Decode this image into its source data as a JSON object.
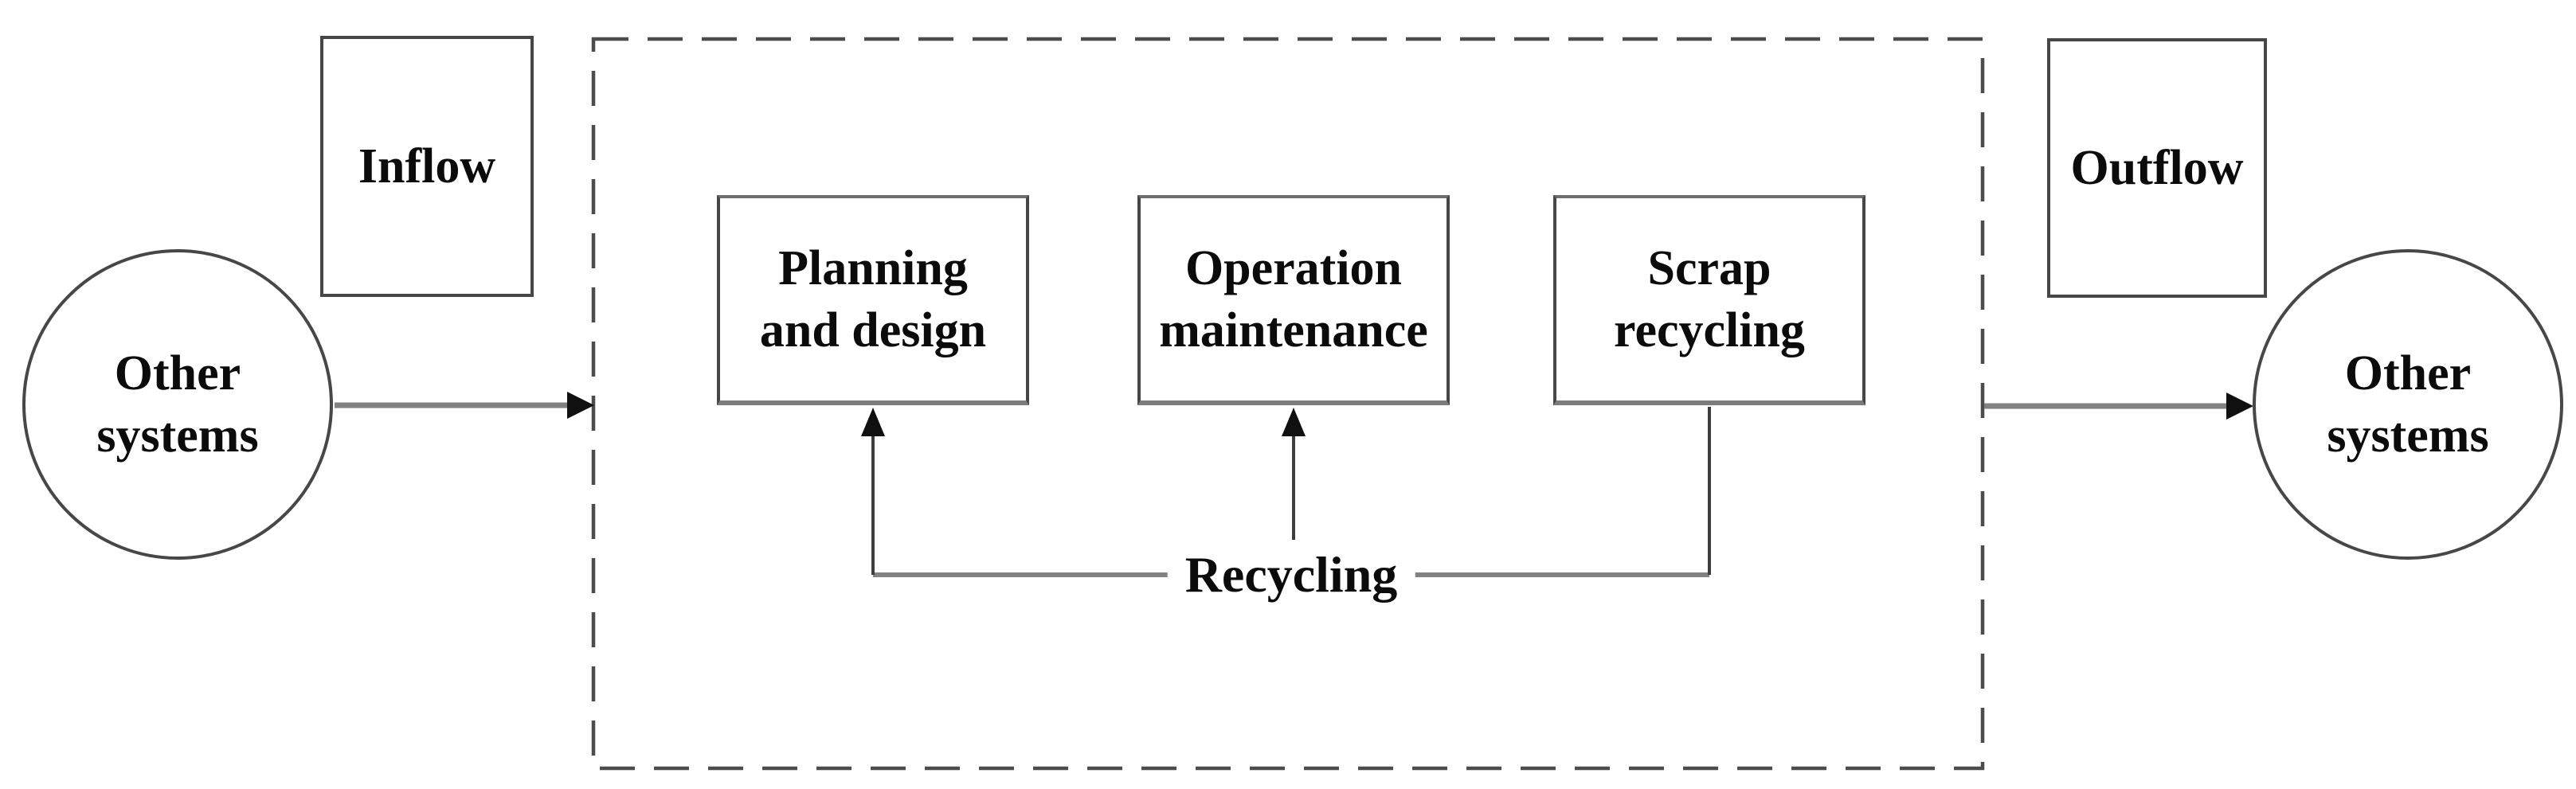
{
  "diagram": {
    "title_implied": "material metabolism system boundary diagram",
    "colors": {
      "bg": "#ffffff",
      "shape_stroke": "#474747",
      "boundary_stroke": "#4c4c4c",
      "flow_line": "#828282",
      "recycle_line": "#3d3d3d",
      "arrowhead": "#101010",
      "text": "#0b0b0b"
    },
    "nodes": {
      "source_system": {
        "line1": "Other",
        "line2": "systems"
      },
      "inflow": {
        "label": "Inflow"
      },
      "planning": {
        "line1": "Planning",
        "line2": "and design"
      },
      "operation": {
        "line1": "Operation",
        "line2": "maintenance"
      },
      "scrap": {
        "line1": "Scrap",
        "line2": "recycling"
      },
      "outflow": {
        "label": "Outflow"
      },
      "sink_system": {
        "line1": "Other",
        "line2": "systems"
      },
      "recycling": {
        "label": "Recycling"
      }
    }
  }
}
